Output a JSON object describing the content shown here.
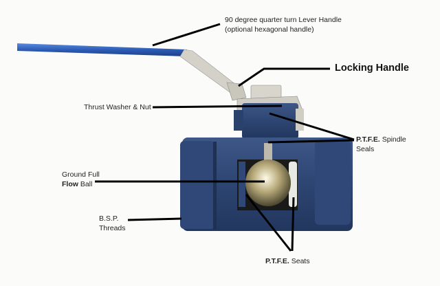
{
  "labels": {
    "lever_handle": {
      "line1": "90 degree quarter turn Lever Handle",
      "line2": "(optional hexagonal handle)"
    },
    "locking_handle": "Locking Handle",
    "thrust_washer": "Thrust Washer & Nut",
    "spindle_seals": {
      "bold": "P.T.F.E.",
      "rest": " Spindle",
      "line2": "Seals"
    },
    "ball": {
      "line1": "Ground Full",
      "bold": "Flow",
      "rest": " Ball"
    },
    "threads": {
      "line1": "B.S.P.",
      "line2": "Threads"
    },
    "seats": {
      "bold": "P.T.F.E.",
      "rest": " Seats"
    }
  },
  "colors": {
    "body": "#2e4672",
    "handle": "#2f5fb8",
    "steel": "#cfcdc4"
  }
}
